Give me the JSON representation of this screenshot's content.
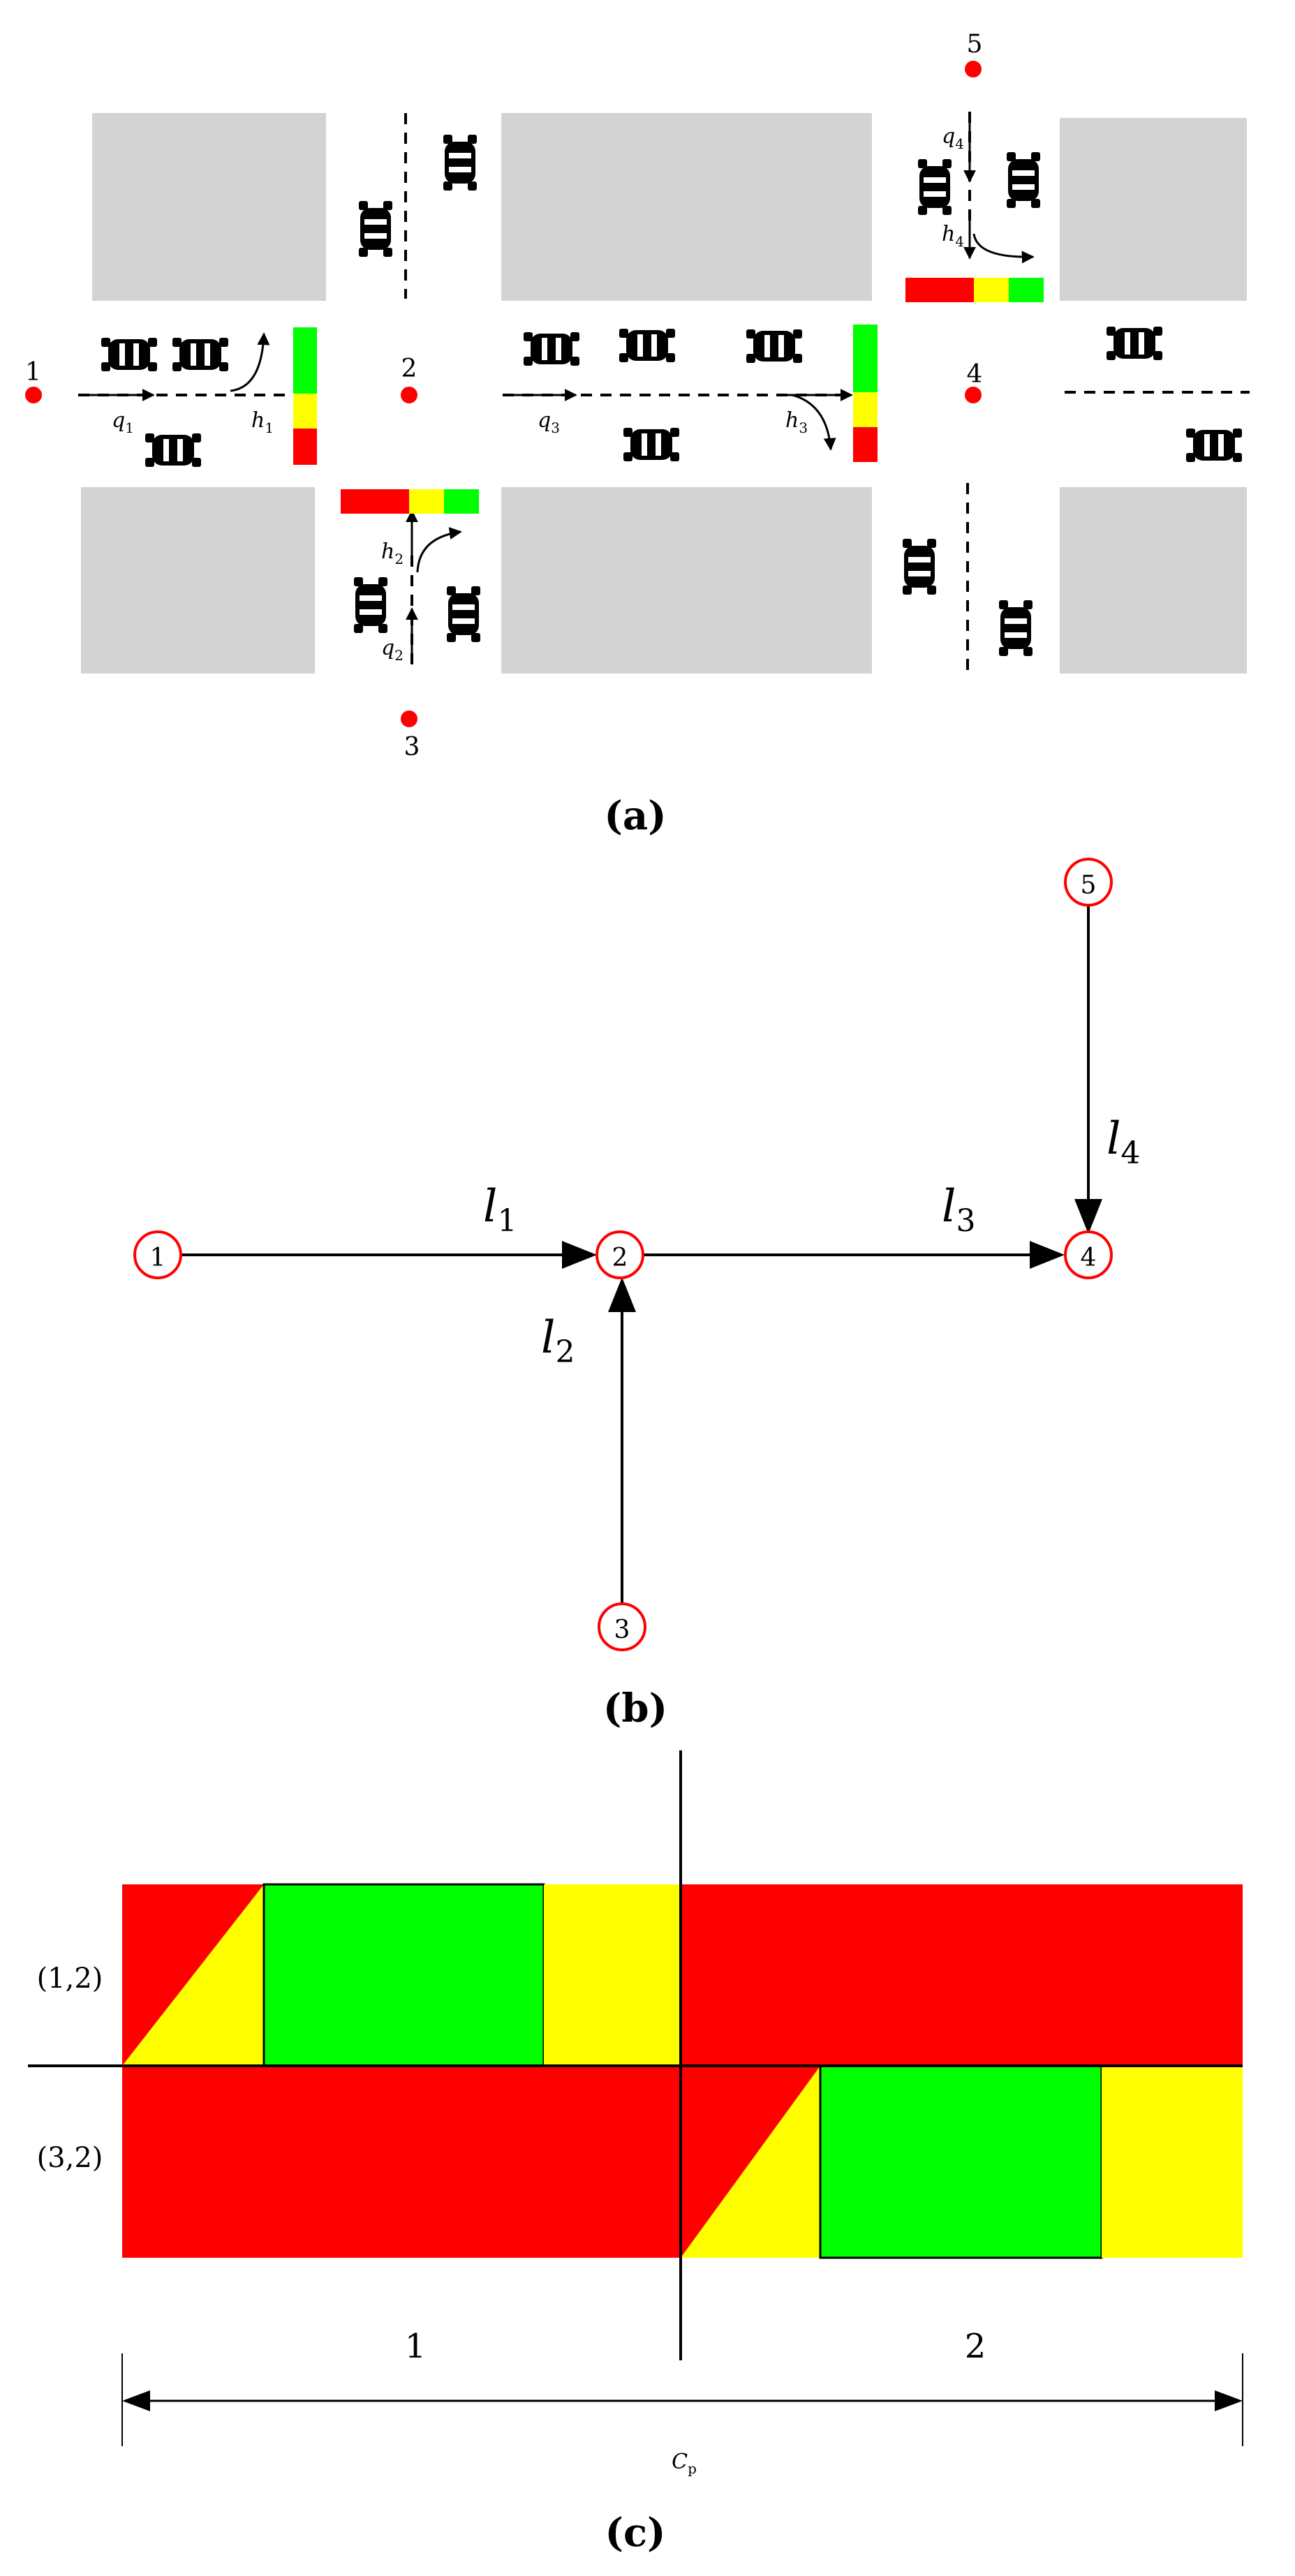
{
  "panel_a": {
    "caption": "(a)",
    "points": [
      "1",
      "2",
      "3",
      "4",
      "5"
    ],
    "flows": [
      {
        "sym": "q",
        "sub": "1"
      },
      {
        "sym": "q",
        "sub": "2"
      },
      {
        "sym": "q",
        "sub": "3"
      },
      {
        "sym": "q",
        "sub": "4"
      }
    ],
    "headways": [
      {
        "sym": "h",
        "sub": "1"
      },
      {
        "sym": "h",
        "sub": "2"
      },
      {
        "sym": "h",
        "sub": "3"
      },
      {
        "sym": "h",
        "sub": "4"
      }
    ],
    "colors": {
      "red": "#ff0000",
      "yellow": "#ffff00",
      "green": "#00ff00",
      "block": "#d3d3d3",
      "point": "#ff0000"
    }
  },
  "panel_b": {
    "caption": "(b)",
    "nodes": [
      "1",
      "2",
      "3",
      "4",
      "5"
    ],
    "links": [
      {
        "sym": "l",
        "sub": "1"
      },
      {
        "sym": "l",
        "sub": "2"
      },
      {
        "sym": "l",
        "sub": "3"
      },
      {
        "sym": "l",
        "sub": "4"
      }
    ],
    "node_color": "#ff0000"
  },
  "panel_c": {
    "caption": "(c)",
    "rows": [
      "(1,2)",
      "(3,2)"
    ],
    "phases": [
      "1",
      "2"
    ],
    "cycle": {
      "sym": "C",
      "sub": "p"
    },
    "phase_label_color": "#0000ff"
  }
}
